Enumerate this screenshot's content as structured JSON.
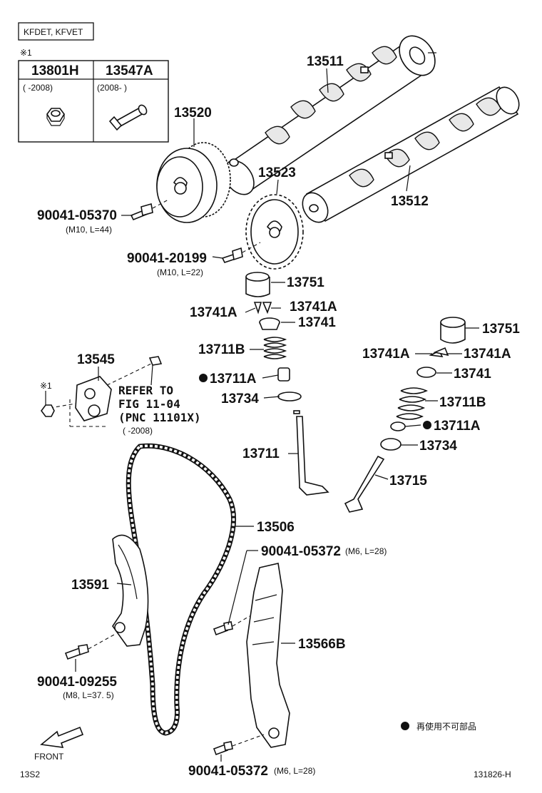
{
  "header": {
    "engine_label": "KFDET, KFVET",
    "note_mark": "※1"
  },
  "note_table": {
    "columns": [
      {
        "part_no": "13801H",
        "years": "(      -2008)"
      },
      {
        "part_no": "13547A",
        "years": "(2008-        )"
      }
    ]
  },
  "callouts": {
    "camshaft_intake": "13511",
    "camshaft_exhaust": "13512",
    "cam_timing_gear": "13520",
    "cam_sprocket": "13523",
    "bolt_gear": "90041-05370",
    "bolt_gear_spec": "(M10, L=44)",
    "bolt_sprocket": "90041-20199",
    "bolt_sprocket_spec": "(M10, L=22)",
    "lifter_a": "13751",
    "keeper_a_left": "13741A",
    "keeper_a_right": "13741A",
    "retainer_a": "13741",
    "spring_a": "13711B",
    "seal_a": "13711A",
    "seat_a": "13734",
    "valve_intake": "13711",
    "lifter_b": "13751",
    "keeper_b_left": "13741A",
    "keeper_b_right": "13741A",
    "retainer_b": "13741",
    "spring_b": "13711B",
    "seal_b": "13711A",
    "seat_b": "13734",
    "valve_exhaust": "13715",
    "tensioner": "13545",
    "tensioner_note_mark": "※1",
    "refer_line1": "REFER TO",
    "refer_line2": "FIG 11-04",
    "refer_line3": "(PNC 11101X)",
    "refer_years": "(      -2008)",
    "chain": "13506",
    "bolt_damper": "90041-05372",
    "bolt_damper_spec": "(M6, L=28)",
    "chain_slipper": "13591",
    "chain_damper": "13566B",
    "bolt_slipper": "90041-09255",
    "bolt_slipper_spec": "(M8, L=37. 5)",
    "bolt_bottom": "90041-05372",
    "bolt_bottom_spec": "(M6, L=28)"
  },
  "legend": {
    "non_reusable": "再使用不可部品"
  },
  "footer": {
    "front": "FRONT",
    "code_left": "13S2",
    "figure_id": "131826-H"
  }
}
